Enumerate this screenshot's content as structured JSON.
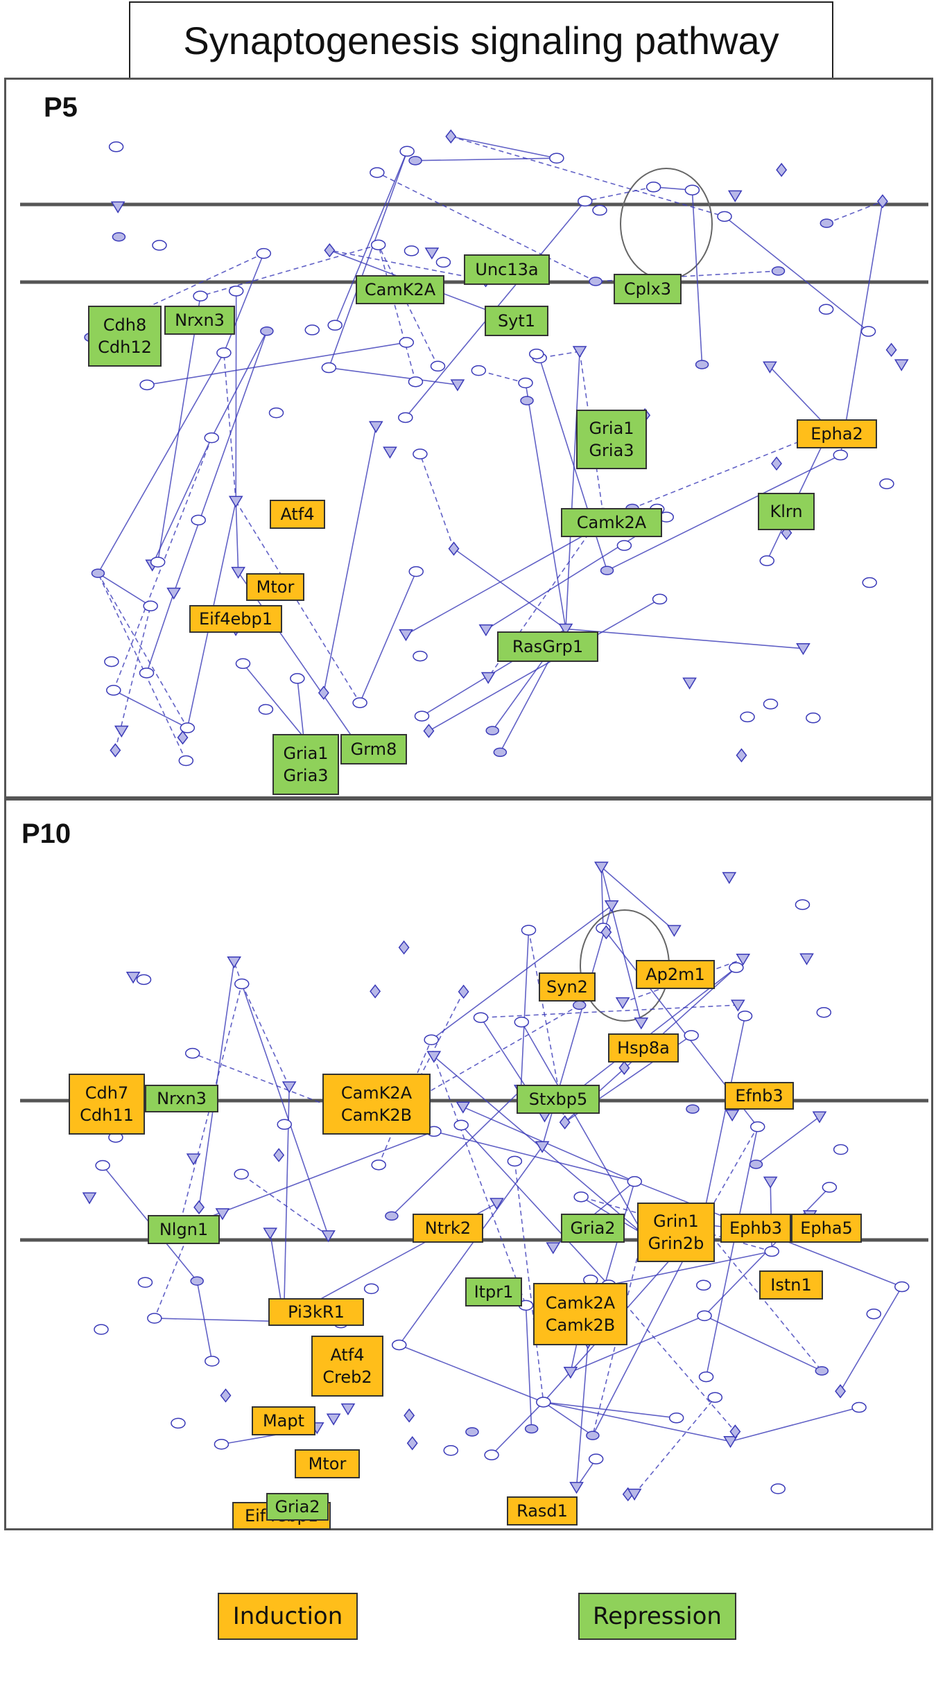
{
  "title": "Synaptogenesis signaling pathway",
  "panels": [
    {
      "label": "P5",
      "genes": [
        {
          "text": "Cdh8\nCdh12",
          "status": "repression"
        },
        {
          "text": "Nrxn3",
          "status": "repression"
        },
        {
          "text": "CamK2A",
          "status": "repression"
        },
        {
          "text": "Unc13a",
          "status": "repression"
        },
        {
          "text": "Syt1",
          "status": "repression"
        },
        {
          "text": "Cplx3",
          "status": "repression"
        },
        {
          "text": "Gria1\nGria3",
          "status": "repression"
        },
        {
          "text": "Epha2",
          "status": "induction"
        },
        {
          "text": "Atf4",
          "status": "induction"
        },
        {
          "text": "Camk2A",
          "status": "repression"
        },
        {
          "text": "Klrn",
          "status": "repression"
        },
        {
          "text": "Mtor",
          "status": "induction"
        },
        {
          "text": "Eif4ebp1",
          "status": "induction"
        },
        {
          "text": "RasGrp1",
          "status": "repression"
        },
        {
          "text": "Gria1\nGria3",
          "status": "repression"
        },
        {
          "text": "Grm8",
          "status": "repression"
        }
      ]
    },
    {
      "label": "P10",
      "genes": [
        {
          "text": "Syn2",
          "status": "induction"
        },
        {
          "text": "Ap2m1",
          "status": "induction"
        },
        {
          "text": "Hsp8a",
          "status": "induction"
        },
        {
          "text": "Cdh7\nCdh11",
          "status": "induction"
        },
        {
          "text": "Nrxn3",
          "status": "repression"
        },
        {
          "text": "CamK2A\nCamK2B",
          "status": "induction"
        },
        {
          "text": "Stxbp5",
          "status": "repression"
        },
        {
          "text": "Efnb3",
          "status": "induction"
        },
        {
          "text": "Nlgn1",
          "status": "repression"
        },
        {
          "text": "Ntrk2",
          "status": "induction"
        },
        {
          "text": "Gria2",
          "status": "repression"
        },
        {
          "text": "Grin1\nGrin2b",
          "status": "induction"
        },
        {
          "text": "Ephb3",
          "status": "induction"
        },
        {
          "text": "Epha5",
          "status": "induction"
        },
        {
          "text": "Istn1",
          "status": "induction"
        },
        {
          "text": "Itpr1",
          "status": "repression"
        },
        {
          "text": "Pi3kR1",
          "status": "induction"
        },
        {
          "text": "Camk2A\nCamk2B",
          "status": "induction"
        },
        {
          "text": "Atf4\nCreb2",
          "status": "induction"
        },
        {
          "text": "Mapt",
          "status": "induction"
        },
        {
          "text": "Mtor",
          "status": "induction"
        },
        {
          "text": "Rasd1",
          "status": "induction"
        },
        {
          "text": "Eif4ebp1",
          "status": "induction"
        },
        {
          "text": "Gria2",
          "status": "repression"
        }
      ]
    }
  ],
  "legend": {
    "induction": "Induction",
    "repression": "Repression"
  },
  "colors": {
    "induction": "#ffbe1a",
    "repression": "#8fd15a",
    "network_edge": "#3a3ab8",
    "network_node": "#b8b8e8",
    "membrane": "#555555"
  }
}
